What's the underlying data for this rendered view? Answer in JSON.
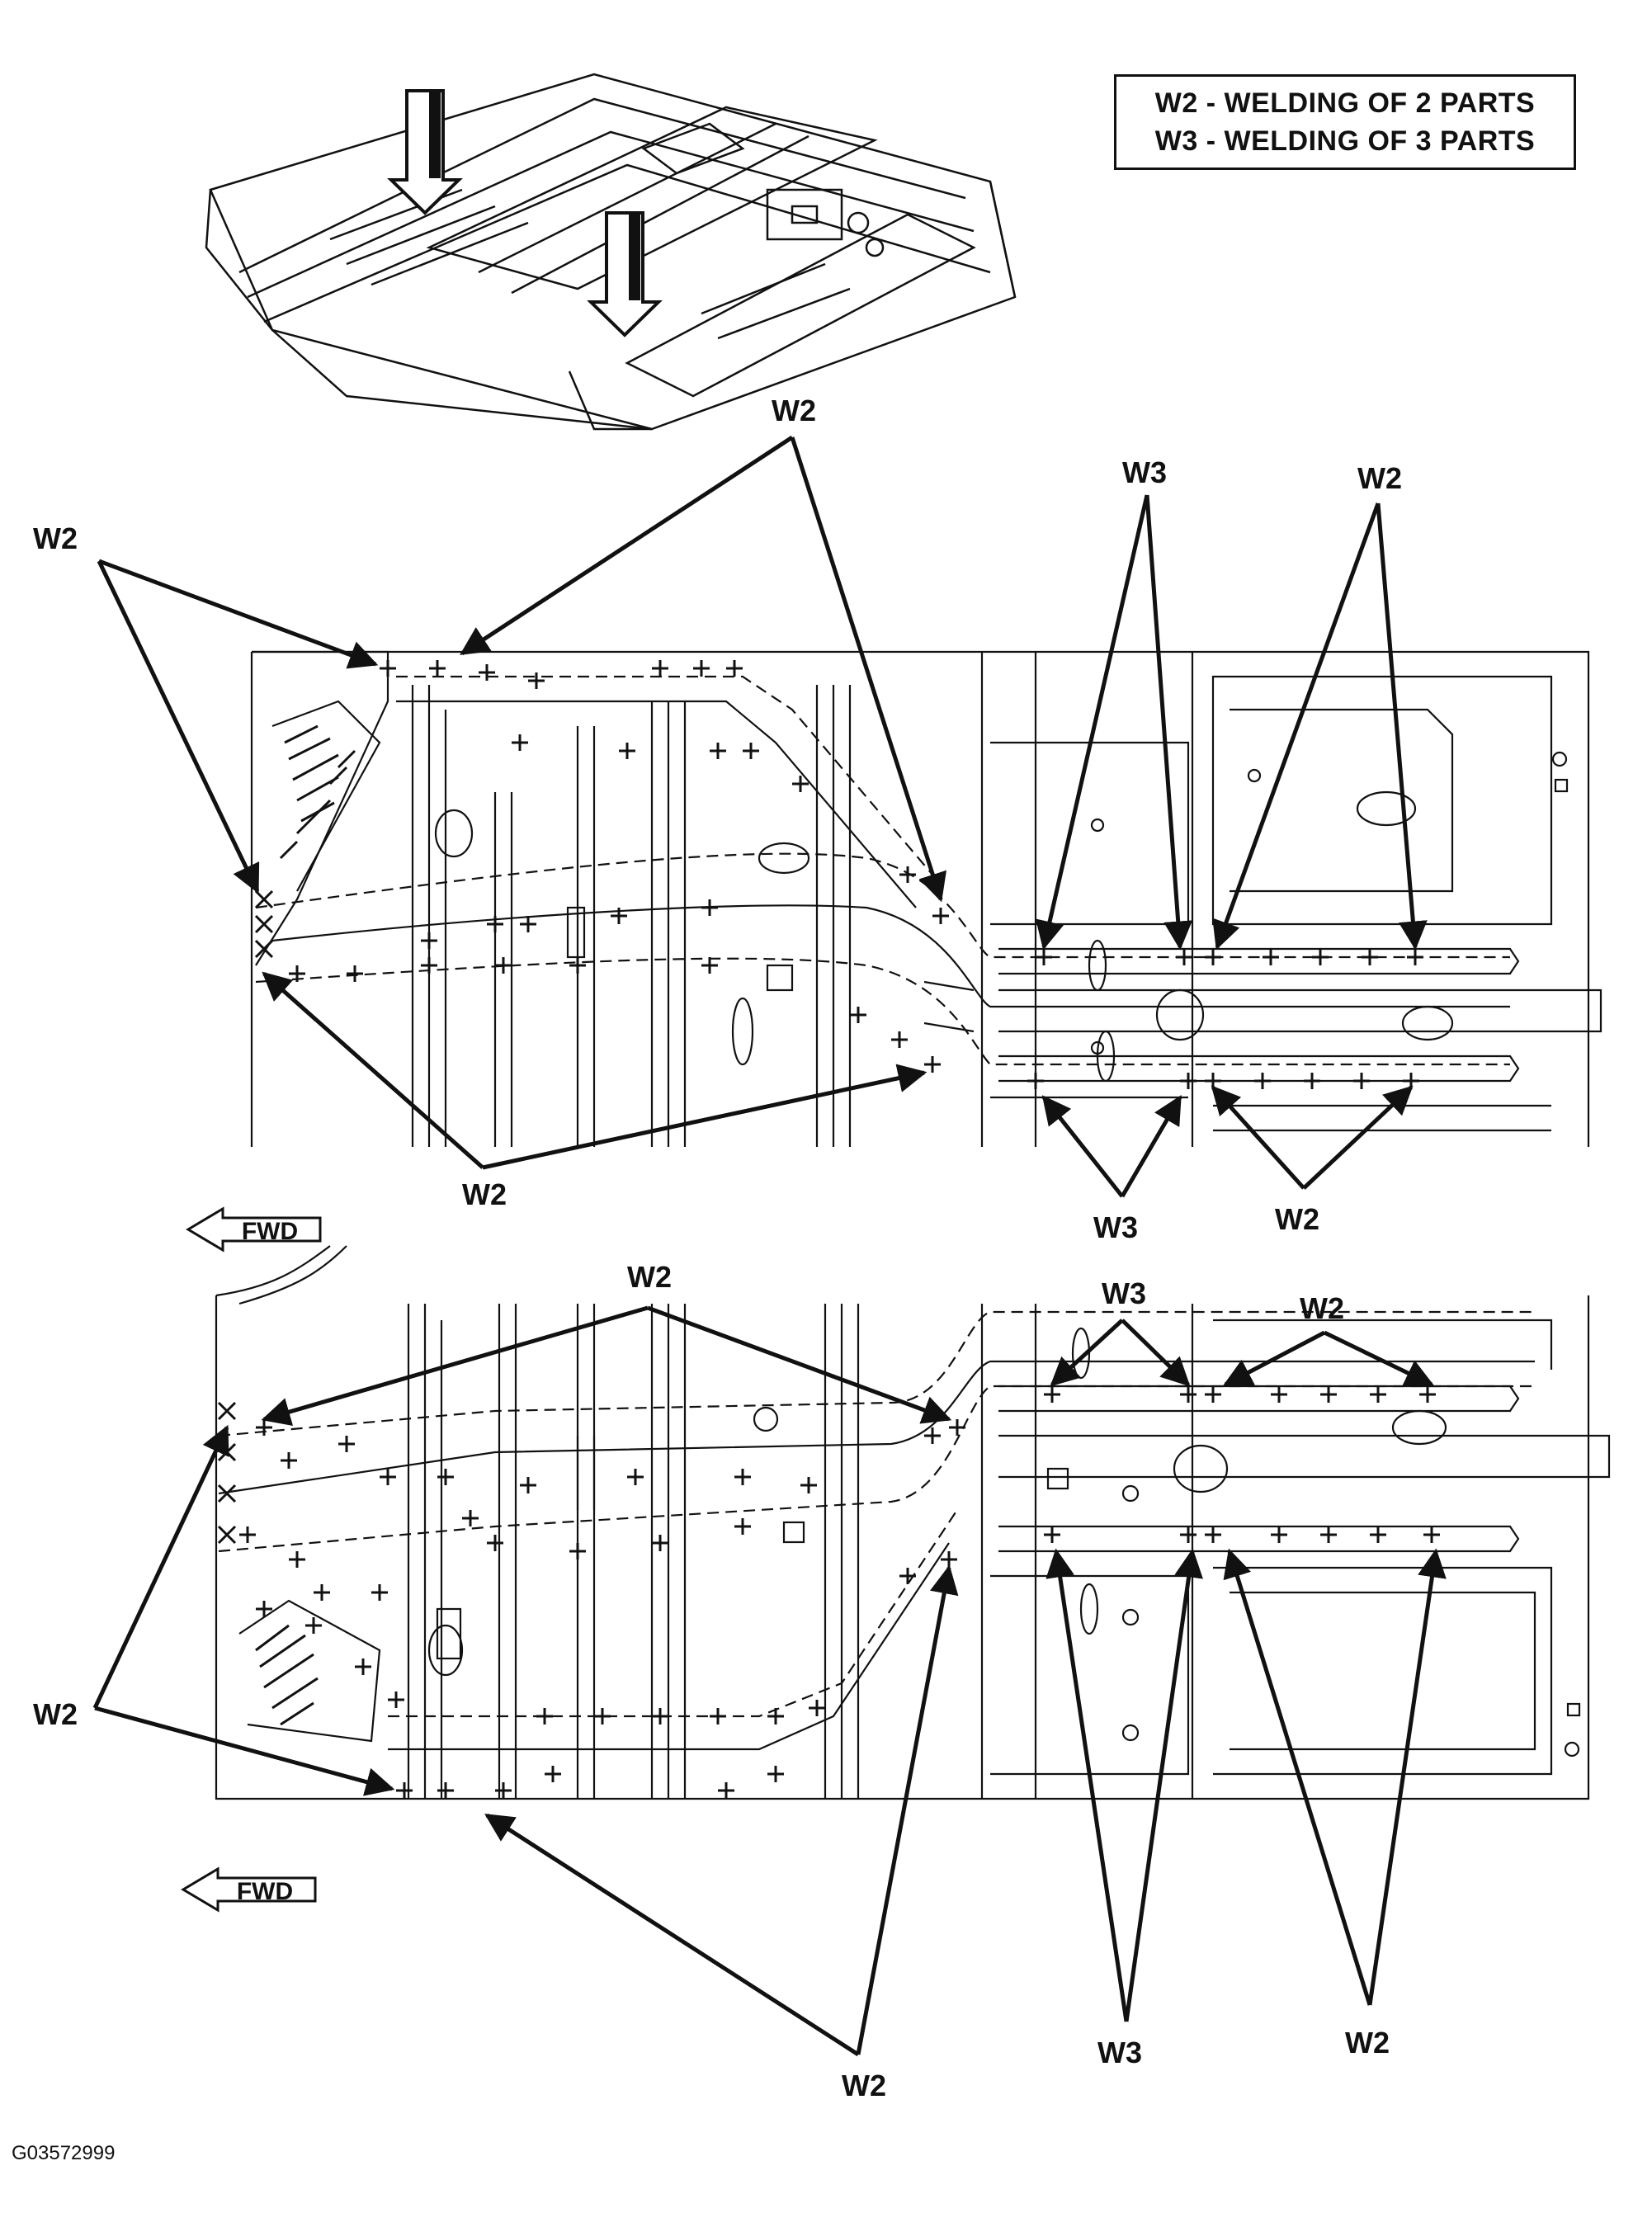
{
  "legend": {
    "w2": "W2 - WELDING OF 2 PARTS",
    "w3": "W3 - WELDING OF 3 PARTS"
  },
  "fwd_label": "FWD",
  "figure_code": "G03572999",
  "upper_view": {
    "callouts": [
      {
        "id": "w2-top-left",
        "label": "W2"
      },
      {
        "id": "w2-top-center",
        "label": "W2"
      },
      {
        "id": "w3-top-right",
        "label": "W3"
      },
      {
        "id": "w2-top-right",
        "label": "W2"
      },
      {
        "id": "w2-bottom-center",
        "label": "W2"
      },
      {
        "id": "w3-bottom-right",
        "label": "W3"
      },
      {
        "id": "w2-bottom-right",
        "label": "W2"
      }
    ]
  },
  "lower_view": {
    "callouts": [
      {
        "id": "w2-top-center",
        "label": "W2"
      },
      {
        "id": "w3-top-right",
        "label": "W3"
      },
      {
        "id": "w2-top-right",
        "label": "W2"
      },
      {
        "id": "w2-left",
        "label": "W2"
      },
      {
        "id": "w2-bottom-center",
        "label": "W2"
      },
      {
        "id": "w3-bottom-right",
        "label": "W3"
      },
      {
        "id": "w2-bottom-right",
        "label": "W2"
      }
    ]
  },
  "colors": {
    "line": "#111111",
    "background": "#ffffff"
  }
}
